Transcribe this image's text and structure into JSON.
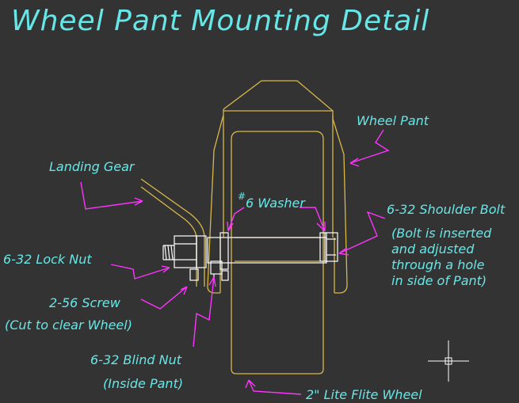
{
  "title": "Wheel Pant Mounting Detail",
  "labels": {
    "wheel_pant": "Wheel Pant",
    "landing_gear": "Landing Gear",
    "washer_sup": "#",
    "washer": "6 Washer",
    "shoulder_bolt": "6-32 Shoulder Bolt",
    "bolt_note_1": "(Bolt is inserted",
    "bolt_note_2": "and adjusted",
    "bolt_note_3": "through a hole",
    "bolt_note_4": "in side of Pant)",
    "lock_nut": "6-32 Lock Nut",
    "screw": "2-56 Screw",
    "screw_note": "(Cut to clear Wheel)",
    "blind_nut": "6-32 Blind Nut",
    "blind_nut_note": "(Inside Pant)",
    "wheel": "2\" Lite Flite Wheel"
  },
  "colors": {
    "background": "#333333",
    "text": "#66e6e6",
    "drawing": "#d9b84a",
    "leader": "#ff33ff",
    "hardware": "#ffffff"
  },
  "icons": {
    "crosshair": "crosshair-icon"
  }
}
